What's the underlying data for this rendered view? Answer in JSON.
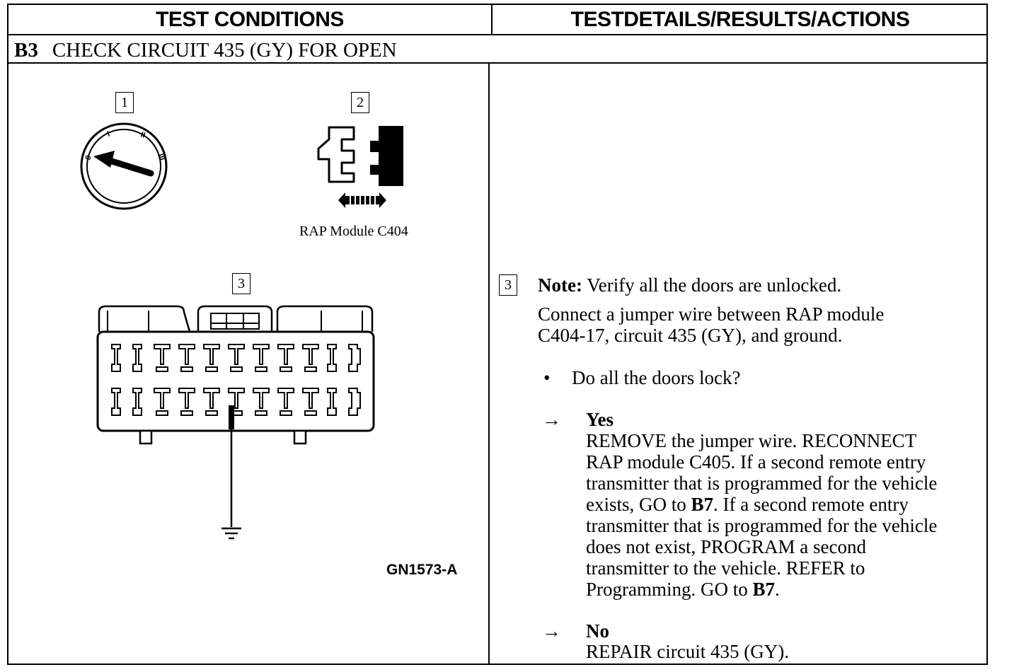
{
  "headers": {
    "left": "TEST CONDITIONS",
    "right": "TESTDETAILS/RESULTS/ACTIONS"
  },
  "step": {
    "id": "B3",
    "title": "CHECK CIRCUIT 435 (GY) FOR OPEN"
  },
  "figure": {
    "callouts": [
      "1",
      "2",
      "3"
    ],
    "ignition_positions": [
      "0",
      "I",
      "II",
      "III"
    ],
    "connector_caption": "RAP Module C404",
    "figure_id": "GN1573-A",
    "icons": [
      "ignition-switch-off-icon",
      "connector-disconnect-icon",
      "connector-jumper-to-ground-icon",
      "ground-symbol-icon"
    ]
  },
  "details": {
    "callout": "3",
    "note_label": "Note:",
    "note_text": "Verify all the doors are unlocked.",
    "instruction_lines": [
      "Connect a jumper wire between RAP module",
      "C404-17, circuit 435 (GY), and ground."
    ],
    "bullet": "•",
    "question": "Do all the doors lock?",
    "arrow": "→",
    "yes": {
      "label": "Yes",
      "lines": [
        {
          "before": "REMOVE the jumper wire. RECONNECT",
          "bold": "",
          "after": ""
        },
        {
          "before": "RAP module C405. If a second remote entry",
          "bold": "",
          "after": ""
        },
        {
          "before": "transmitter that is programmed for the vehicle",
          "bold": "",
          "after": ""
        },
        {
          "before": "exists, GO to ",
          "bold": "B7",
          "after": ". If a second remote entry"
        },
        {
          "before": "transmitter that is programmed for the vehicle",
          "bold": "",
          "after": ""
        },
        {
          "before": "does not exist, PROGRAM a second",
          "bold": "",
          "after": ""
        },
        {
          "before": "transmitter to the vehicle. REFER to",
          "bold": "",
          "after": ""
        },
        {
          "before": "Programming. GO to ",
          "bold": "B7",
          "after": "."
        }
      ]
    },
    "no": {
      "label": "No",
      "text": "REPAIR circuit 435 (GY)."
    }
  }
}
